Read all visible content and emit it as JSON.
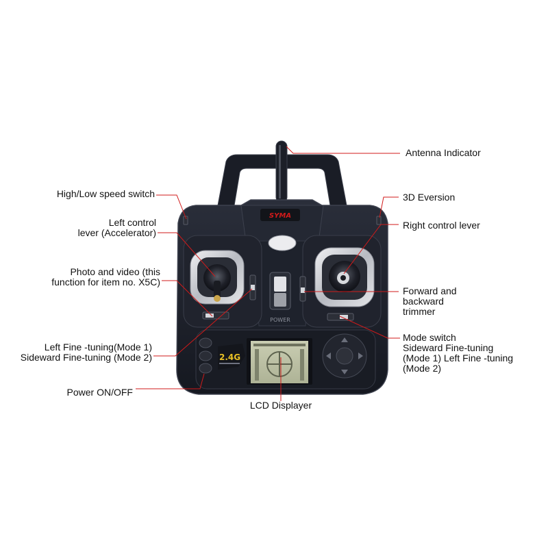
{
  "device": {
    "brand_logo": "SYMA",
    "power_label": "POWER",
    "frequency_badge": "2.4G"
  },
  "colors": {
    "leader_line": "#d11a1a",
    "body": "#1b1e27",
    "label_text": "#111111"
  },
  "callouts": {
    "antenna": {
      "text": "Antenna  Indicator"
    },
    "speed_switch": {
      "text": "High/Low speed switch"
    },
    "eversion": {
      "text": "3D Eversion"
    },
    "left_lever": {
      "line1": "Left control",
      "line2": "lever (Accelerator)"
    },
    "right_lever": {
      "text": "Right control lever"
    },
    "photo_video": {
      "line1": "Photo and video (this",
      "line2": "function for item no. X5C)"
    },
    "trimmer": {
      "line1": "Forward and",
      "line2": "backward",
      "line3": "trimmer"
    },
    "fine_tuning": {
      "line1": "Left Fine -tuning(Mode 1)",
      "line2": "Sideward Fine-tuning (Mode 2)"
    },
    "mode_switch": {
      "line1": "Mode switch",
      "line2": "Sideward Fine-tuning",
      "line3": "(Mode 1)  Left Fine -tuning",
      "line4": "(Mode 2)"
    },
    "power": {
      "text": "Power ON/OFF"
    },
    "lcd": {
      "text": "LCD Displayer"
    }
  }
}
